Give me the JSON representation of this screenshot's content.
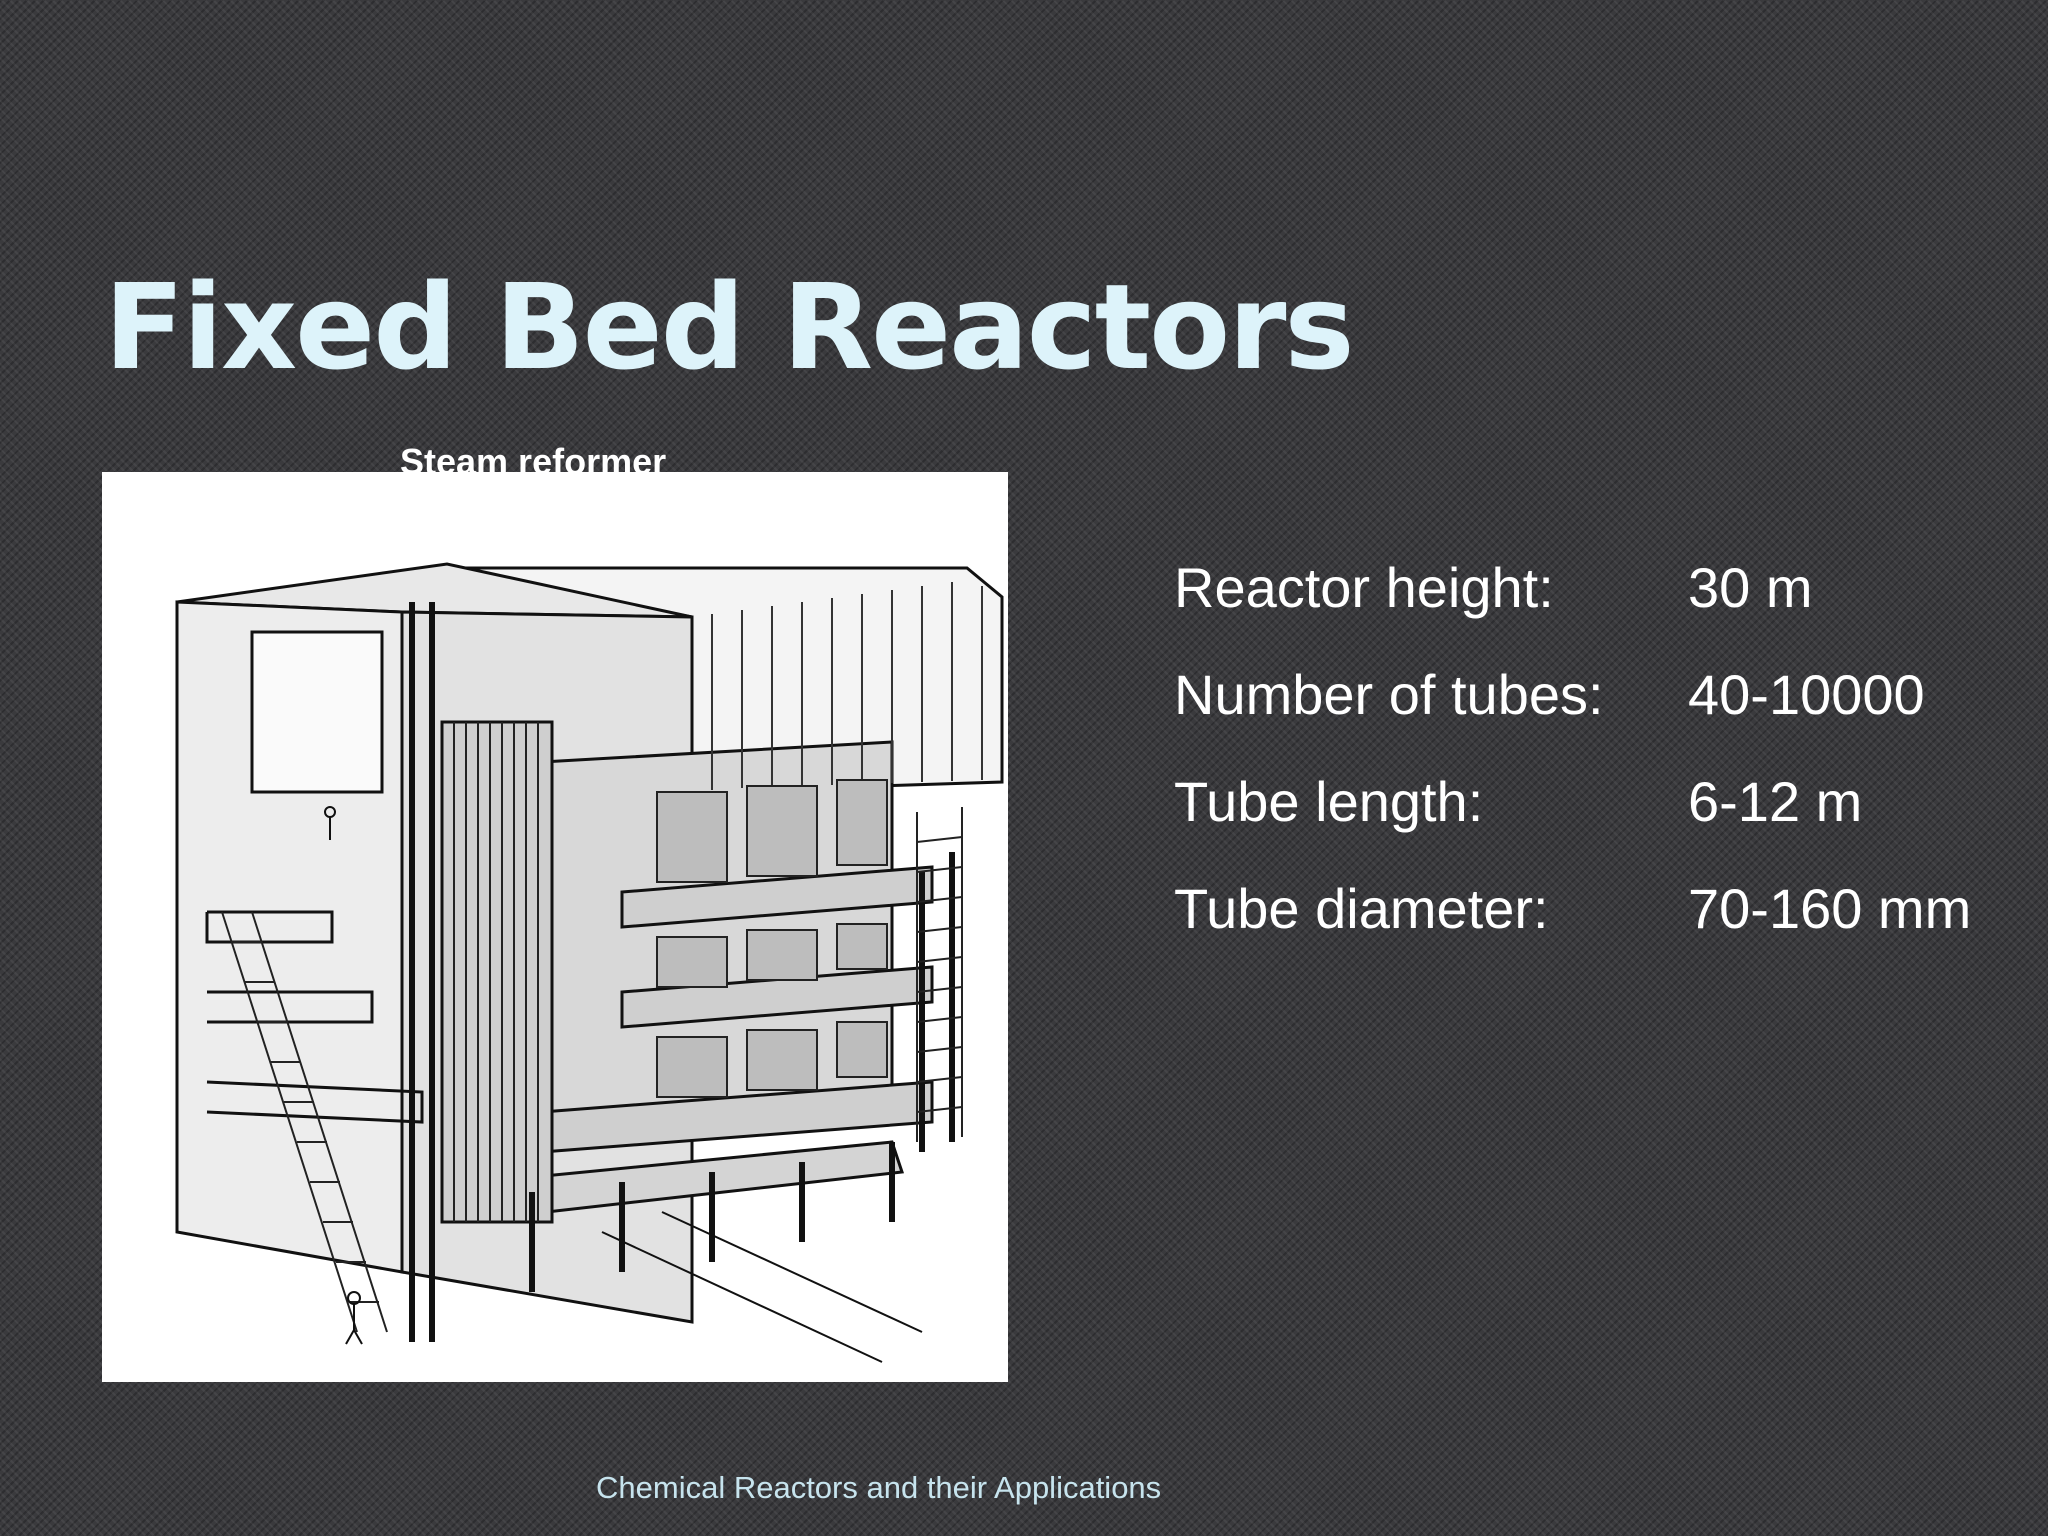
{
  "slide": {
    "title": "Fixed Bed Reactors",
    "image_caption": "Steam reformer",
    "illustration_icon": "steam-reformer-illustration",
    "specs": [
      {
        "label": "Reactor height:",
        "value": "30 m"
      },
      {
        "label": "Number of tubes:",
        "value": "40-10000"
      },
      {
        "label": "Tube length:",
        "value": "6-12 m"
      },
      {
        "label": "Tube diameter:",
        "value": "70-160 mm"
      }
    ],
    "footer": "Chemical Reactors and their Applications"
  },
  "colors": {
    "background": "#3a3a3d",
    "title": "#ddf3fa",
    "body_text": "#ffffff",
    "footer_text": "#c7e4ee"
  }
}
